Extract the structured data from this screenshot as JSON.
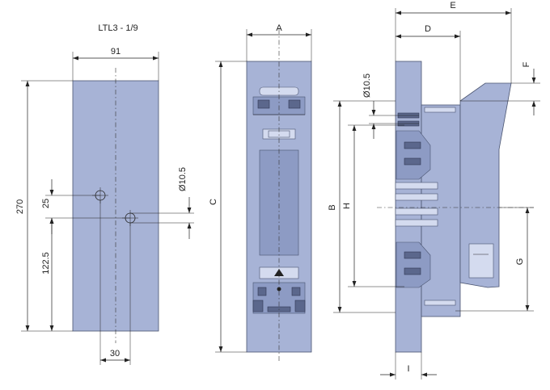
{
  "title": "LTL3 - 1/9",
  "front_view": {
    "width": "91",
    "height": "270",
    "hole_spacing": "25",
    "hole_offset_bottom": "122.5",
    "hole_horizontal": "30",
    "hole_diameter": "Ø10.5"
  },
  "middle_view": {
    "label_a": "A",
    "label_c": "C"
  },
  "side_view": {
    "label_e": "E",
    "label_d": "D",
    "label_f": "F",
    "label_b": "B",
    "label_h": "H",
    "label_g": "G",
    "label_i": "I",
    "hole_diameter": "Ø10.5"
  },
  "colors": {
    "body": "#a7b3d6",
    "lines": "#222222"
  }
}
